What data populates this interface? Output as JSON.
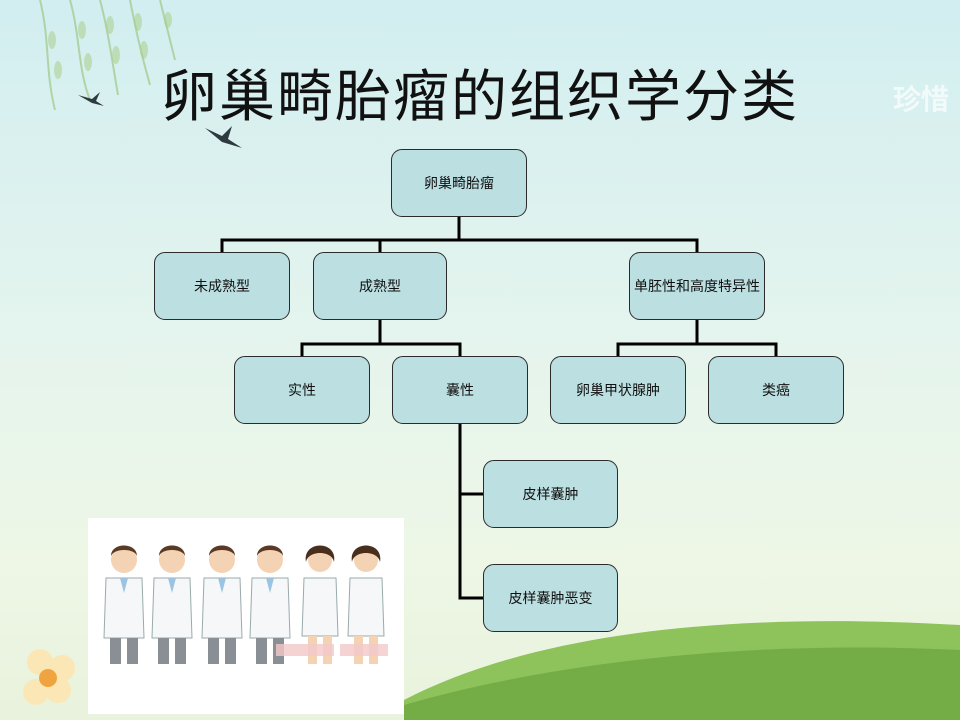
{
  "slide": {
    "title": "卵巢畸胎瘤的组织学分类",
    "faded_text": "珍惜"
  },
  "tree": {
    "root": "卵巢畸胎瘤",
    "level1": [
      "未成熟型",
      "成熟型",
      "单胚性和高度特异性"
    ],
    "mature_children": [
      "实性",
      "囊性"
    ],
    "monodermal_children": [
      "卵巢甲状腺肿",
      "类癌"
    ],
    "cystic_children": [
      "皮样囊肿",
      "皮样囊肿恶变"
    ]
  },
  "colors": {
    "node_fill": "#bcdfe1",
    "node_border": "#2b2b2b",
    "connector": "#000000"
  },
  "illustration": {
    "figures": [
      "doctor-male-icon",
      "doctor-male-icon",
      "doctor-male-icon",
      "doctor-male-icon",
      "doctor-female-icon",
      "doctor-female-icon"
    ]
  }
}
